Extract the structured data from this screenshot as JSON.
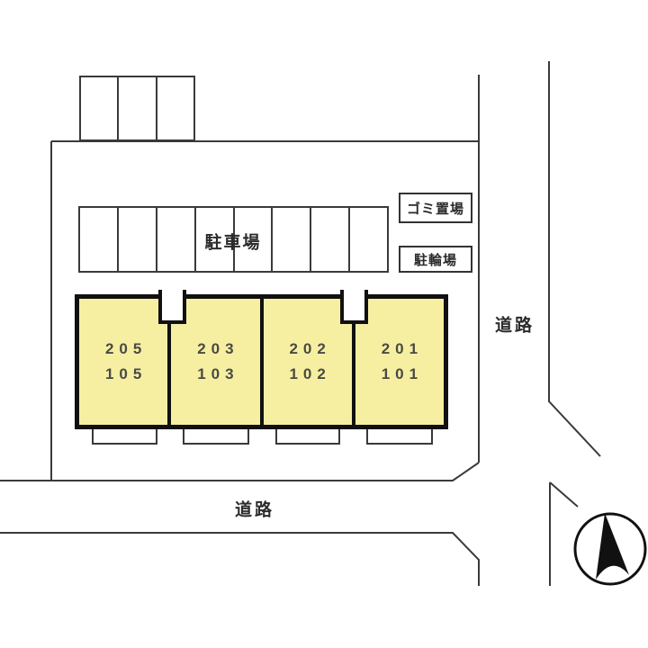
{
  "diagram": {
    "type": "property-site-plan",
    "background": "#ffffff"
  },
  "colors": {
    "boundary_line": "#3a3a3a",
    "building_border": "#111111",
    "building_fill": "#f6efa2",
    "label_text": "#2b2b2b",
    "unit_text": "#4a4a44",
    "compass_fill": "#111111"
  },
  "labels": {
    "parking_lot": "駐車場",
    "garbage_area": "ゴミ置場",
    "bicycle_area": "駐輪場",
    "road_right": "道路",
    "road_bottom": "道路"
  },
  "building": {
    "units": [
      {
        "upper": "205",
        "lower": "105"
      },
      {
        "upper": "203",
        "lower": "103"
      },
      {
        "upper": "202",
        "lower": "102"
      },
      {
        "upper": "201",
        "lower": "101"
      }
    ]
  },
  "parking": {
    "stalls": 8
  },
  "north_stalls": {
    "stalls": 3
  },
  "compass": {
    "kind": "north-arrow"
  }
}
